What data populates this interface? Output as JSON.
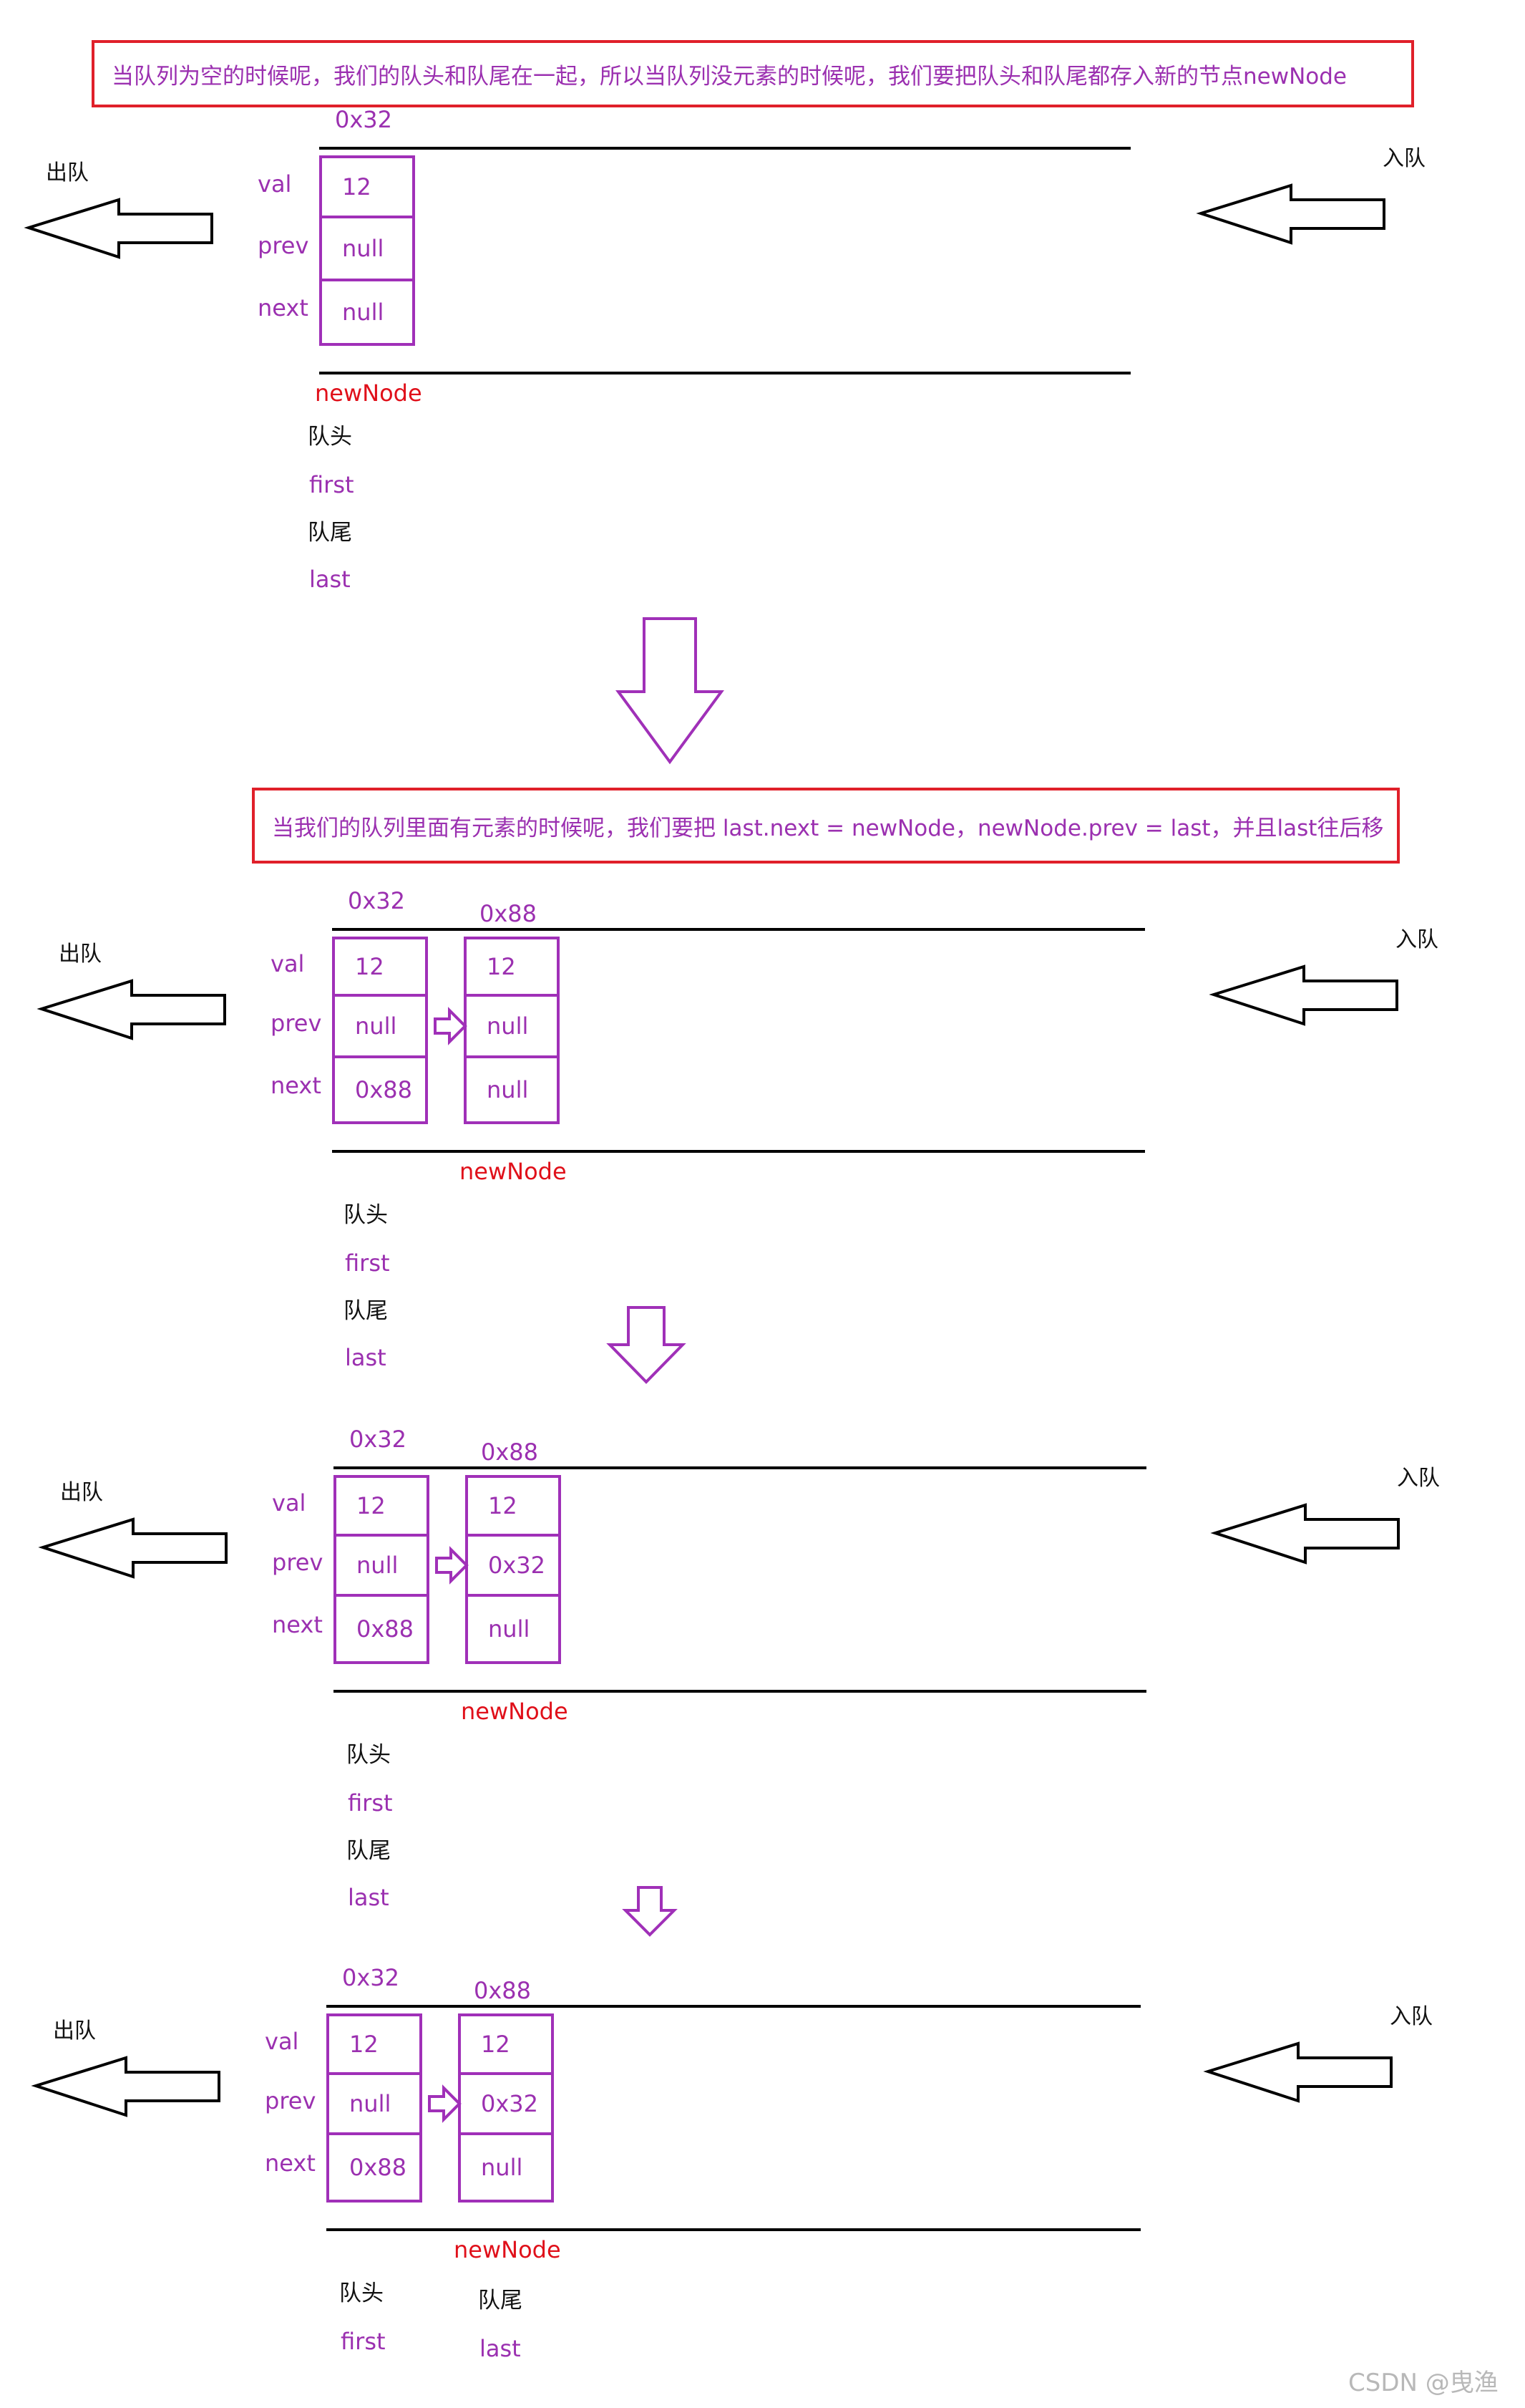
{
  "notes": {
    "empty": "当队列为空的时候呢，我们的队头和队尾在一起，所以当队列没元素的时候呢，我们要把队头和队尾都存入新的节点newNode",
    "nonempty": "当我们的队列里面有元素的时候呢，我们要把 last.next = newNode，newNode.prev = last，并且last往后移"
  },
  "labels": {
    "dequeue": "出队",
    "enqueue": "入队",
    "head": "队头",
    "tail": "队尾",
    "first": "first",
    "last": "last",
    "new_node": "newNode",
    "val": "val",
    "prev": "prev",
    "next": "next"
  },
  "stages": [
    {
      "nodes": [
        {
          "address": "0x32",
          "val": "12",
          "prev": "null",
          "next": "null"
        }
      ]
    },
    {
      "nodes": [
        {
          "address": "0x32",
          "val": "12",
          "prev": "null",
          "next": "0x88"
        },
        {
          "address": "0x88",
          "val": "12",
          "prev": "null",
          "next": "null"
        }
      ]
    },
    {
      "nodes": [
        {
          "address": "0x32",
          "val": "12",
          "prev": "null",
          "next": "0x88"
        },
        {
          "address": "0x88",
          "val": "12",
          "prev": "0x32",
          "next": "null"
        }
      ]
    },
    {
      "nodes": [
        {
          "address": "0x32",
          "val": "12",
          "prev": "null",
          "next": "0x88"
        },
        {
          "address": "0x88",
          "val": "12",
          "prev": "0x32",
          "next": "null"
        }
      ]
    }
  ],
  "watermark": "CSDN @曳渔",
  "colors": {
    "node_border": "#A030B8",
    "text_purple": "#9B30B0",
    "note_border": "#E0202A",
    "new_node_label": "#E0101A"
  }
}
